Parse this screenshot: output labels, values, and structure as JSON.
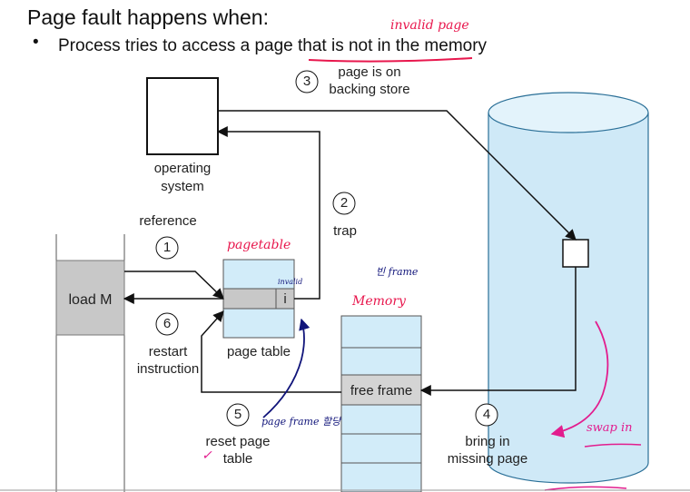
{
  "slide": {
    "title": "Page fault happens when:",
    "bullet_marker": "•",
    "bullet": "Process tries to access a page that is not in the memory"
  },
  "diagram": {
    "os_label_line1": "operating",
    "os_label_line2": "system",
    "reference_label": "reference",
    "trap_label": "trap",
    "step3_label_line1": "page is on",
    "step3_label_line2": "backing store",
    "instruction_text": "load M",
    "invalid_bit": "i",
    "page_table_label": "page table",
    "restart_line1": "restart",
    "restart_line2": "instruction",
    "free_frame_label": "free frame",
    "reset_line1": "reset page",
    "reset_line2": "table",
    "bring_line1": "bring in",
    "bring_line2": "missing page",
    "steps": [
      "1",
      "2",
      "3",
      "4",
      "5",
      "6"
    ]
  },
  "annotations": {
    "invalid_page": "invalid page",
    "pagetable": "pagetable",
    "memory": "Memory",
    "invalid_small": "invalid",
    "free_frame_note": "빈 frame",
    "page_frame_note": "page frame 할당",
    "swap_in": "swap in",
    "checkmark": "✓"
  },
  "colors": {
    "disk_fill": "#cfe9f7",
    "disk_stroke": "#2a6f97",
    "memory_fill": "#d2ecf9",
    "free_frame_fill": "#d4d4d4",
    "instruction_fill": "#c8c8c8",
    "annotation_red": "#e8174d",
    "annotation_blue": "#10147a"
  }
}
